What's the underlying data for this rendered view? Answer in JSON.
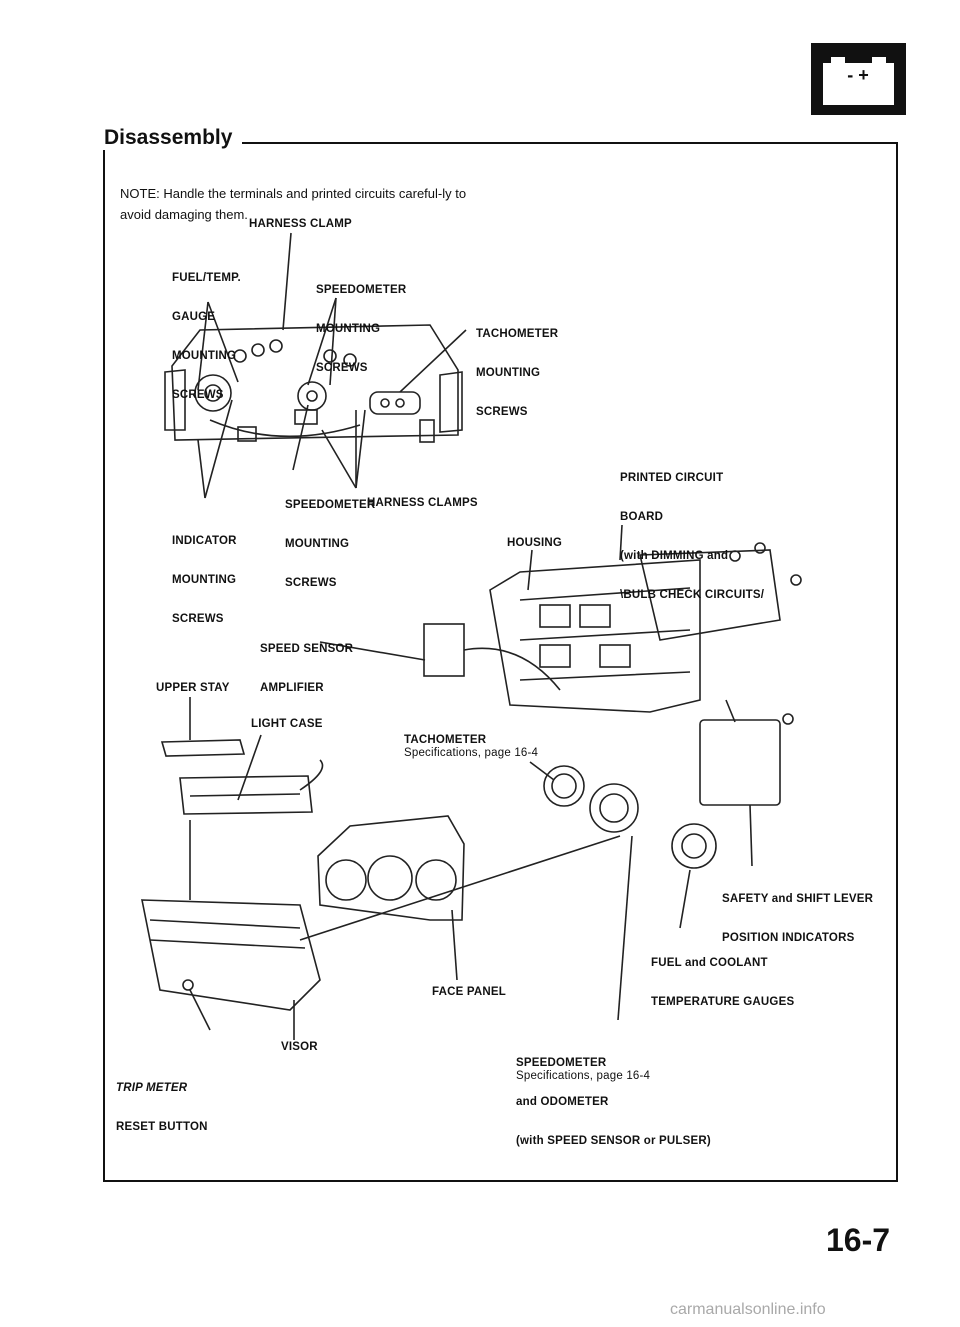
{
  "page": {
    "section_title": "Disassembly",
    "note": "NOTE: Handle the terminals and printed circuits careful-ly to avoid damaging them.",
    "page_number": "16-7",
    "watermark": "carmanualsonline.info",
    "icon": "battery-icon",
    "icon_glyphs": "- +"
  },
  "labels": {
    "harness_clamp": "HARNESS CLAMP",
    "fuel_temp_gauge": [
      "FUEL/TEMP.",
      "GAUGE",
      "MOUNTING",
      "SCREWS"
    ],
    "speedometer_top": [
      "SPEEDOMETER",
      "MOUNTING",
      "SCREWS"
    ],
    "tachometer_screws": [
      "TACHOMETER",
      "MOUNTING",
      "SCREWS"
    ],
    "printed_circuit": [
      "PRINTED CIRCUIT",
      "BOARD",
      "(with DIMMING and",
      "\\BULB CHECK CIRCUITS/"
    ],
    "speedometer_bottom": [
      "SPEEDOMETER",
      "MOUNTING",
      "SCREWS"
    ],
    "harness_clamps": "HARNESS CLAMPS",
    "indicator_screws": [
      "INDICATOR",
      "MOUNTING",
      "SCREWS"
    ],
    "housing": "HOUSING",
    "speed_sensor": [
      "SPEED SENSOR",
      "AMPLIFIER"
    ],
    "upper_stay": "UPPER STAY",
    "light_case": "LIGHT CASE",
    "tachometer": "TACHOMETER",
    "tachometer_spec": "Specifications, page 16-4",
    "safety_shift": [
      "SAFETY and SHIFT LEVER",
      "POSITION INDICATORS"
    ],
    "fuel_coolant": [
      "FUEL and COOLANT",
      "TEMPERATURE GAUGES"
    ],
    "face_panel": "FACE PANEL",
    "visor": "VISOR",
    "speedometer_odo": [
      "SPEEDOMETER",
      "and ODOMETER",
      "(with SPEED SENSOR or PULSER)"
    ],
    "speedometer_spec": "Specifications, page 16-4",
    "trip_meter": [
      "TRIP METER",
      "RESET BUTTON"
    ]
  }
}
